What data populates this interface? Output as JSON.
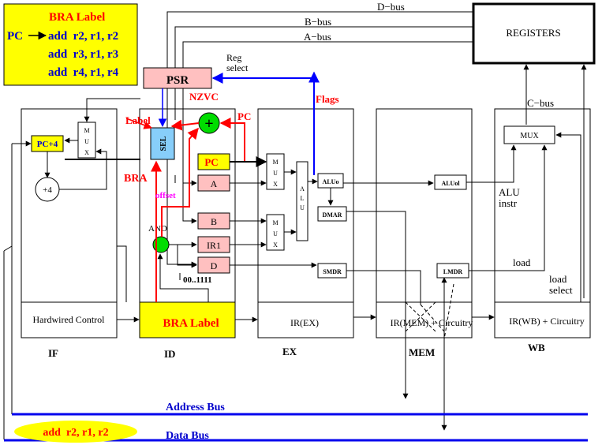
{
  "code_box": {
    "title": "BRA Label",
    "pc_label": "PC",
    "lines": [
      "add  r2, r1, r2",
      "add  r3, r1, r3",
      "add  r4, r1, r4"
    ]
  },
  "buses": {
    "d_bus": "D−bus",
    "b_bus": "B−bus",
    "a_bus": "A−bus",
    "c_bus": "C−bus"
  },
  "registers": {
    "label": "REGISTERS"
  },
  "psr": {
    "label": "PSR",
    "reg_select": [
      "Reg",
      "select"
    ],
    "nzvc": "NZVC",
    "flags": "Flags"
  },
  "fetch": {
    "pc_plus4": "PC+4",
    "plus4": "+4",
    "mux_letters": [
      "M",
      "U",
      "X"
    ]
  },
  "decode": {
    "sel": "SEL",
    "plus": "+",
    "label_text": "Label",
    "pc_arrow_label": "PC",
    "bra": "BRA",
    "offset": "offset",
    "and": "AND",
    "pattern": "00..1111",
    "regs": {
      "pc": "PC",
      "a": "A",
      "b": "B",
      "ir1": "IR1",
      "d": "D"
    }
  },
  "execute": {
    "mux_top": [
      "M",
      "U",
      "X"
    ],
    "mux_bottom": [
      "M",
      "U",
      "X"
    ],
    "alu": [
      "A",
      "L",
      "U"
    ],
    "aluo": "ALUo",
    "dmar": "DMAR",
    "smdr": "SMDR"
  },
  "memory": {
    "aluol": "ALUol",
    "lmdr": "LMDR"
  },
  "writeback": {
    "mux": "MUX",
    "alu_instr": [
      "ALU",
      "instr"
    ],
    "load": "load",
    "load_select": [
      "load",
      "select"
    ]
  },
  "controls": {
    "hardwired": "Hardwired Control",
    "bra_label": "BRA Label",
    "ir_ex": "IR(EX)",
    "ir_mem": "IR(MEM) + Circuitry",
    "ir_wb": "IR(WB) + Circuitry"
  },
  "stages": [
    "IF",
    "ID",
    "EX",
    "MEM",
    "WB"
  ],
  "bottom": {
    "address_bus": "Address Bus",
    "data_bus": "Data Bus",
    "ellipse_text": "add  r2, r1, r2"
  },
  "colors": {
    "yellow": "#ffff00",
    "pink": "#ffc0c0",
    "cyan": "#87cefa",
    "green": "#00dd00",
    "red": "#ff0000",
    "blue": "#0000ff",
    "navy": "#0000cc",
    "magenta": "#ff00ff",
    "bus_blue": "#0000ee"
  },
  "icons": [
    "pc-arrow-icon",
    "adder-plus-icon",
    "and-gate-icon"
  ]
}
